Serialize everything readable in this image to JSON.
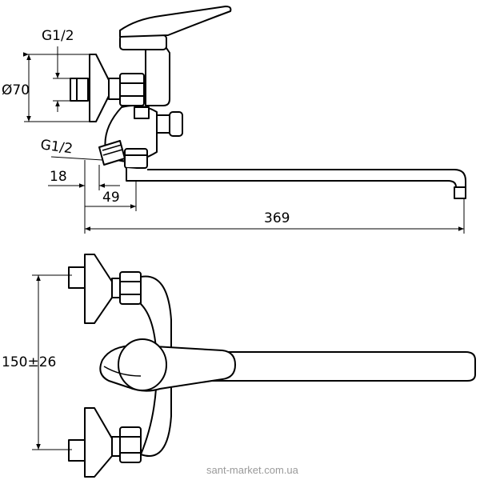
{
  "dimensions": {
    "thread_top": "G1/2",
    "flange_diameter": "Ø70",
    "thread_outlet": "G1/2",
    "offset_18": "18",
    "offset_49": "49",
    "spout_length": "369",
    "center_distance": "150±26"
  },
  "watermark": "sant-market.com.ua",
  "colors": {
    "line": "#000000",
    "background": "#ffffff",
    "watermark": "#9a9a9a"
  }
}
